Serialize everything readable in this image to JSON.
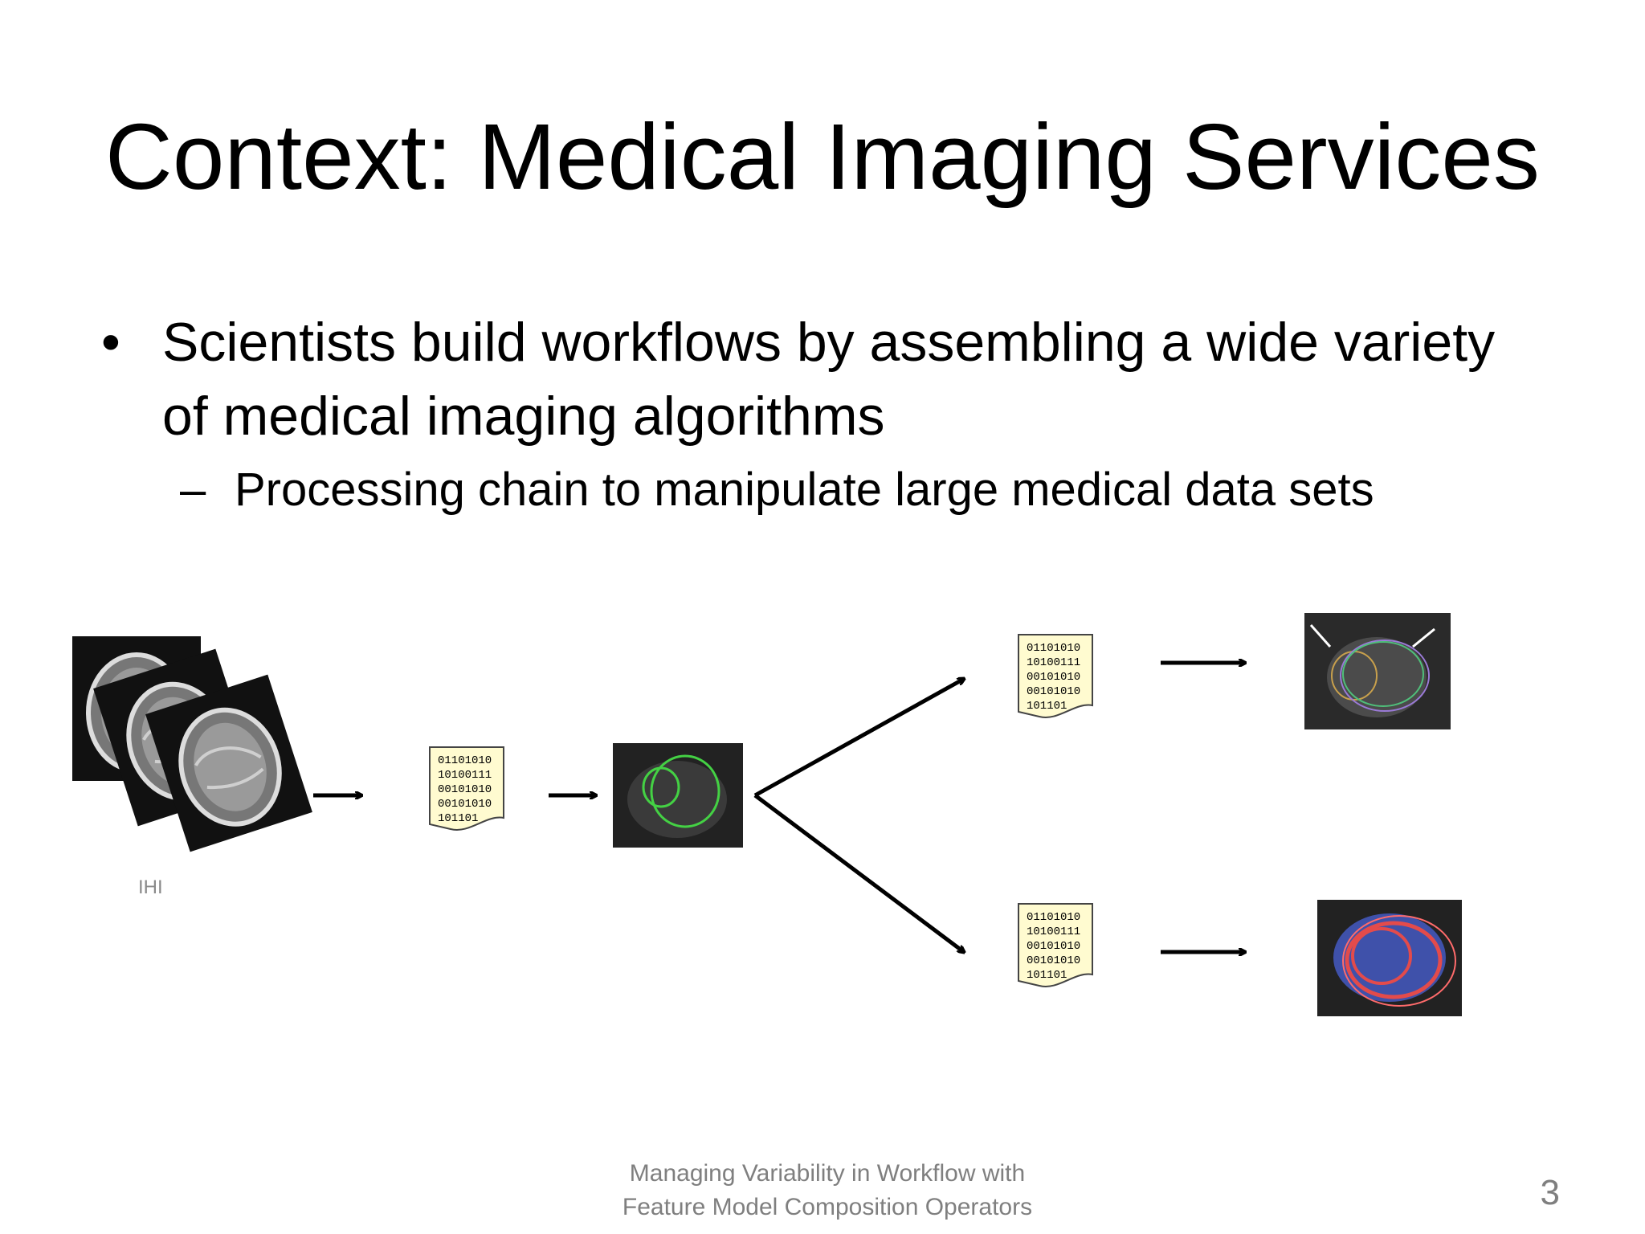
{
  "slide": {
    "title": "Context: Medical Imaging Services",
    "bullet_marker": "•",
    "sub_marker": "–",
    "bullets": [
      {
        "text": "Scientists build workflows by assembling a wide variety of medical imaging algorithms",
        "sub": [
          "Processing chain to manipulate large medical data sets"
        ]
      }
    ],
    "footer": {
      "line1": "Managing Variability in Workflow with",
      "line2": "Feature Model Composition Operators"
    },
    "page_number": "3"
  },
  "diagram": {
    "data_file_text": [
      "01101010",
      "10100111",
      "00101010",
      "00101010",
      "101101"
    ],
    "mri_label": "IHI",
    "icons": [
      "mri-stack-image",
      "data-file-icon",
      "contour-image",
      "arrow-icon",
      "branch-arrow-icon"
    ]
  }
}
